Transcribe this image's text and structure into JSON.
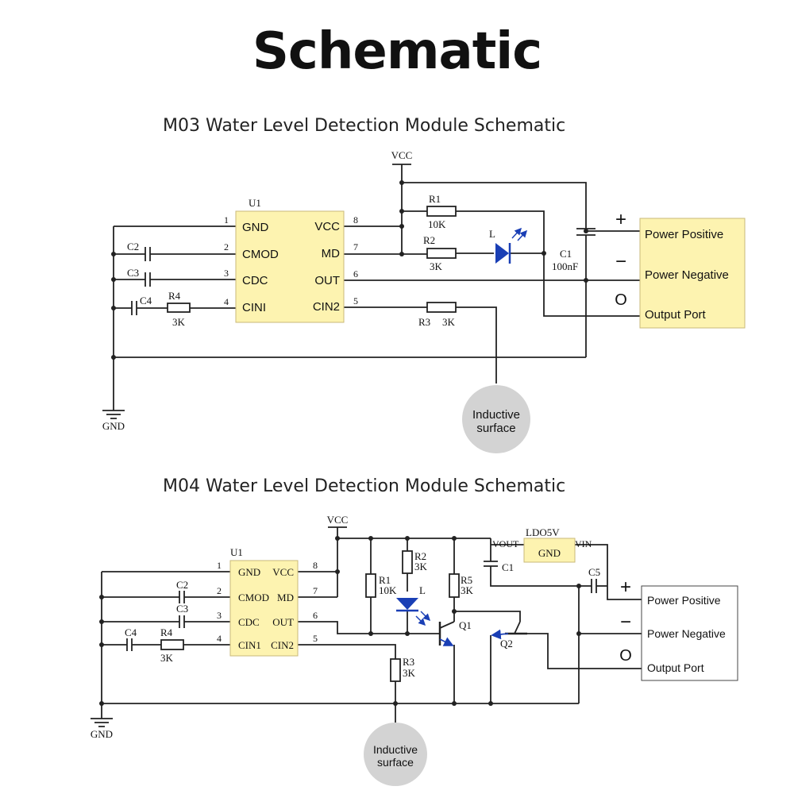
{
  "title": "Schematic",
  "m03": {
    "caption": "M03 Water Level Detection Module Schematic",
    "vcc": "VCC",
    "gnd": "GND",
    "chip": {
      "ref": "U1",
      "left_pins": [
        {
          "num": "1",
          "name": "GND"
        },
        {
          "num": "2",
          "name": "CMOD"
        },
        {
          "num": "3",
          "name": "CDC"
        },
        {
          "num": "4",
          "name": "CINI"
        }
      ],
      "right_pins": [
        {
          "num": "8",
          "name": "VCC"
        },
        {
          "num": "7",
          "name": "MD"
        },
        {
          "num": "6",
          "name": "OUT"
        },
        {
          "num": "5",
          "name": "CIN2"
        }
      ]
    },
    "parts": {
      "c2": "C2",
      "c3": "C3",
      "c4": "C4",
      "r4": "R4",
      "r4_val": "3K",
      "r1": "R1",
      "r1_val": "10K",
      "r2": "R2",
      "r2_val": "3K",
      "r3": "R3",
      "r3_val": "3K",
      "led": "L",
      "c1": "C1",
      "c1_val": "100nF"
    },
    "connector": {
      "plus": "+",
      "minus": "−",
      "o": "O",
      "pins": [
        "Power Positive",
        "Power Negative",
        "Output Port"
      ]
    },
    "sensor": [
      "Inductive",
      "surface"
    ]
  },
  "m04": {
    "caption": "M04 Water Level Detection Module Schematic",
    "vcc": "VCC",
    "gnd": "GND",
    "chip": {
      "ref": "U1",
      "left_pins": [
        {
          "num": "1",
          "name": "GND"
        },
        {
          "num": "2",
          "name": "CMOD"
        },
        {
          "num": "3",
          "name": "CDC"
        },
        {
          "num": "4",
          "name": "CIN1"
        }
      ],
      "right_pins": [
        {
          "num": "8",
          "name": "VCC"
        },
        {
          "num": "7",
          "name": "MD"
        },
        {
          "num": "6",
          "name": "OUT"
        },
        {
          "num": "5",
          "name": "CIN2"
        }
      ]
    },
    "parts": {
      "c2": "C2",
      "c3": "C3",
      "c4": "C4",
      "r4": "R4",
      "r4_val": "3K",
      "r1": "R1",
      "r1_val": "10K",
      "r2": "R2",
      "r2_val": "3K",
      "r3": "R3",
      "r3_val": "3K",
      "r5": "R5",
      "r5_val": "3K",
      "led": "L",
      "q1": "Q1",
      "q2": "Q2",
      "c1": "C1",
      "c5": "C5",
      "ldo": "LDO5V",
      "ldo_gnd": "GND",
      "vout": "VOUT",
      "vin": "VIN"
    },
    "connector": {
      "plus": "+",
      "minus": "−",
      "o": "O",
      "pins": [
        "Power Positive",
        "Power Negative",
        "Output Port"
      ]
    },
    "sensor": [
      "Inductive",
      "surface"
    ]
  },
  "colors": {
    "chip_fill": "#fdf3b0",
    "chip_stroke": "#c9b97a",
    "led_blue": "#1a3fb5",
    "sensor_fill": "#d3d3d3"
  }
}
